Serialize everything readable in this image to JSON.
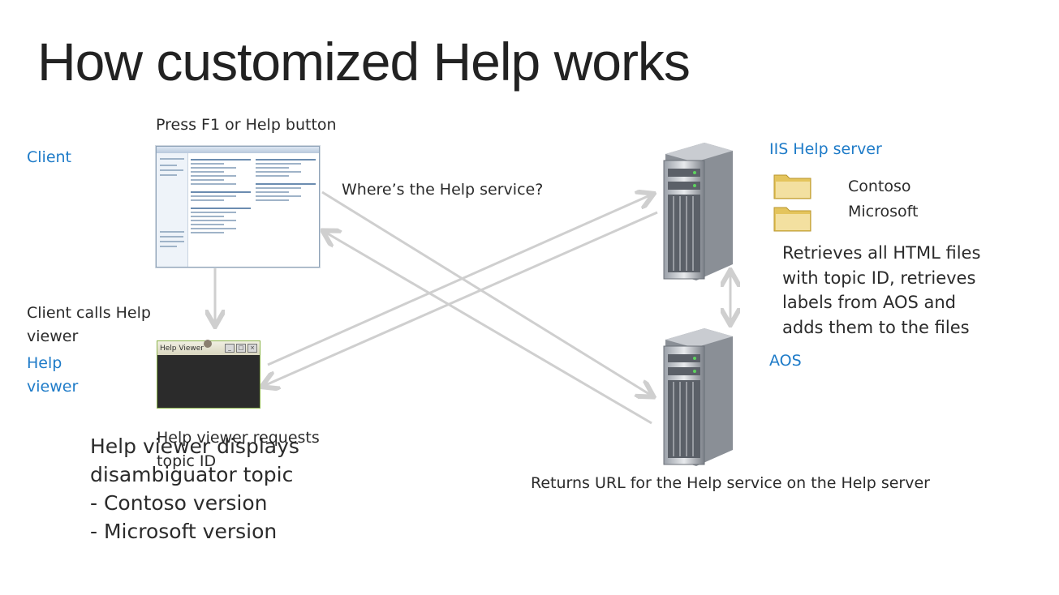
{
  "title": "How customized Help works",
  "zones": {
    "client": "Client",
    "help_viewer": "Help viewer",
    "iis_help_server": "IIS Help server",
    "aos": "AOS"
  },
  "annotations": {
    "press_f1": "Press F1 or Help button",
    "client_calls": "Client calls Help viewer",
    "where_service": "Where’s the Help service?",
    "returns_url": "Returns URL for the Help service on the Help server",
    "requests_topic": "Help viewer requests topic ID",
    "retrieves": "Retrieves all HTML files with topic ID, retrieves labels from AOS and adds them to the files",
    "displays_title": "Help viewer displays disambiguator topic",
    "displays_items": [
      "- Contoso version",
      "- Microsoft version"
    ]
  },
  "folders": [
    "Contoso",
    "Microsoft"
  ],
  "help_viewer_window": {
    "title": "Help Viewer"
  },
  "colors": {
    "accent": "#1e7bc8",
    "arrow": "#cfcfcf",
    "text": "#222222"
  },
  "icons": [
    "app-window-screenshot",
    "help-viewer-window",
    "server-icon",
    "folder-icon"
  ]
}
